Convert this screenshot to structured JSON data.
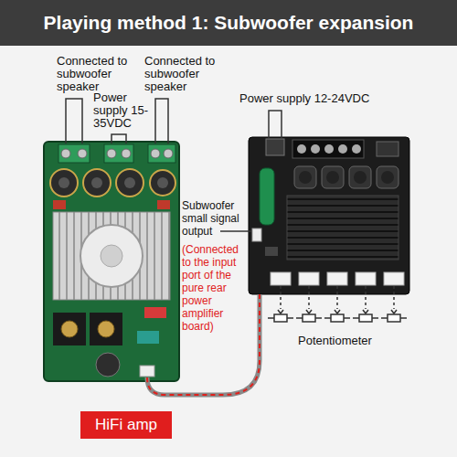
{
  "diagram": {
    "title": "Playing method 1: Subwoofer expansion",
    "nodes": [
      {
        "text": [
          "HiFi amp"
        ]
      }
    ],
    "labels": [
      "Connected to subwoofer speaker",
      "Power supply 15-35VDC",
      "Connected to subwoofer speaker",
      "Power supply 12-24VDC",
      "Subwoofer small signal output",
      "(Connected to the input port of the pure rear power amplifier board)",
      "Potentiometer"
    ]
  }
}
